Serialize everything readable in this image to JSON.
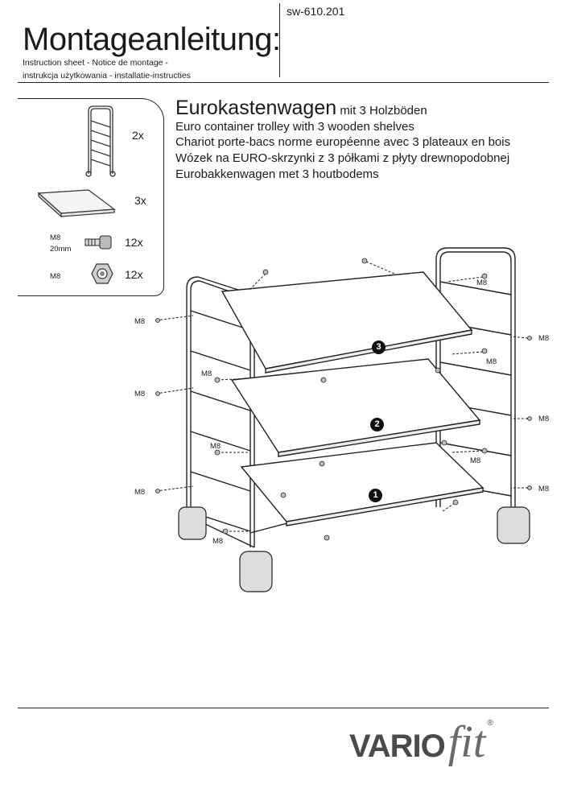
{
  "header": {
    "title": "Montageanleitung:",
    "doc_number": "sw-610.201",
    "subtitle_line1": "Instruction sheet - Notice de montage  -",
    "subtitle_line2": "instrukcja użytkowania - installatie-instructies"
  },
  "parts": [
    {
      "qty": "2x",
      "label": ""
    },
    {
      "qty": "3x",
      "label": ""
    },
    {
      "qty": "12x",
      "label_line1": "M8",
      "label_line2": "20mm"
    },
    {
      "qty": "12x",
      "label_line1": "M8"
    }
  ],
  "product": {
    "title_main": "Eurokastenwagen",
    "title_sub": "mit 3 Holzböden",
    "en": "Euro container trolley with 3 wooden shelves",
    "fr": "Chariot porte-bacs norme européenne avec 3 plateaux en bois",
    "pl": "Wózek na EURO-skrzynki z 3 półkami z płyty drewnopodobnej",
    "nl": "Eurobakkenwagen met 3 houtbodems"
  },
  "diagram": {
    "bolt_label": "M8",
    "shelves": [
      "3",
      "2",
      "1"
    ]
  },
  "footer": {
    "logo_vario": "VARIO",
    "logo_fit": "fit",
    "logo_reg": "®"
  },
  "colors": {
    "ink": "#1a1a1a",
    "logo_grey": "#4a4a4a"
  }
}
